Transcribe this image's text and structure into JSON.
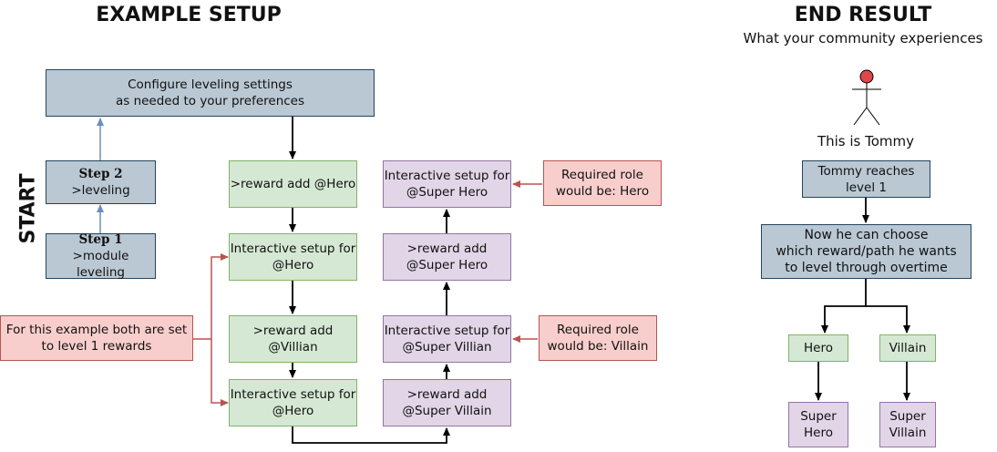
{
  "titles": {
    "example_setup": "EXAMPLE SETUP",
    "end_result": "END RESULT",
    "end_result_sub": "What your community experiences",
    "start": "START"
  },
  "left": {
    "configure": [
      "Configure leveling settings",
      "as needed to your preferences"
    ],
    "step2": [
      "Step 2",
      ">leveling"
    ],
    "step1": [
      "Step 1",
      ">module leveling"
    ],
    "note_example": [
      "For this example both are set",
      "to level 1 rewards"
    ]
  },
  "middle": {
    "reward_hero": [
      ">reward add @Hero"
    ],
    "interactive_hero_1": [
      "Interactive setup for",
      "@Hero"
    ],
    "reward_villian": [
      ">reward add",
      "@Villian"
    ],
    "interactive_hero_2": [
      "Interactive setup for",
      "@Hero"
    ]
  },
  "right": {
    "interactive_super_hero": [
      "Interactive setup for",
      "@Super Hero"
    ],
    "reward_super_hero": [
      ">reward add",
      "@Super Hero"
    ],
    "interactive_super_villian": [
      "Interactive setup for",
      "@Super Villian"
    ],
    "reward_super_villain": [
      ">reward add",
      "@Super Villain"
    ],
    "required_hero": [
      "Required role",
      "would be: Hero"
    ],
    "required_villain": [
      "Required role",
      "would be: Villain"
    ]
  },
  "end": {
    "tommy_label": "This is Tommy",
    "reaches": [
      "Tommy reaches",
      "level 1"
    ],
    "choose": [
      "Now he can choose",
      "which reward/path he wants",
      "to level through overtime"
    ],
    "hero": [
      "Hero"
    ],
    "villain": [
      "Villain"
    ],
    "super_hero": [
      "Super",
      "Hero"
    ],
    "super_villain": [
      "Super",
      "Villain"
    ]
  },
  "colors": {
    "gray_fill": "#bac8d3",
    "green_fill": "#d5e8d4",
    "purple_fill": "#e1d5e7",
    "red_fill": "#f8cecc",
    "red_arrow": "#b85450",
    "blue_arrow": "#6c8ebf",
    "black_arrow": "#000000"
  }
}
